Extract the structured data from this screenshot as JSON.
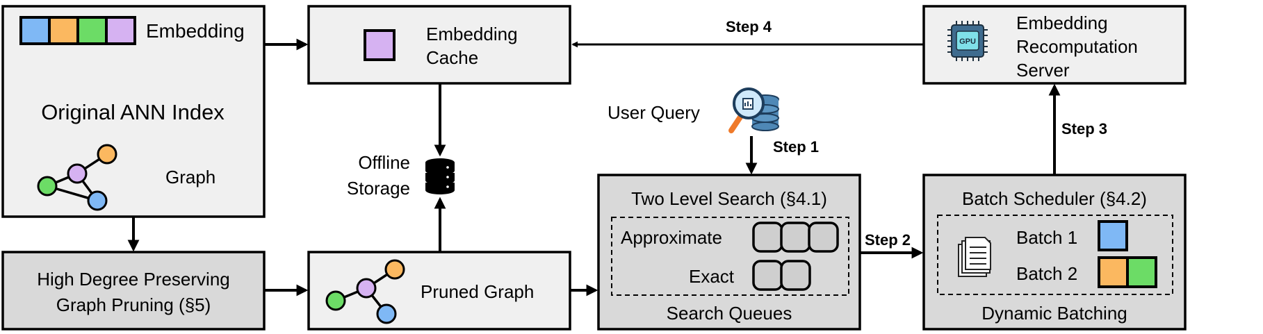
{
  "colors": {
    "blue": "#7fb8f5",
    "orange": "#fbb860",
    "green": "#6cdc66",
    "purple": "#d6b2f2",
    "box_light": "#f0f0f0",
    "box_mid": "#d9d9d9"
  },
  "original_index": {
    "embedding_label": "Embedding",
    "title": "Original ANN Index",
    "graph_label": "Graph"
  },
  "pruning": {
    "line1": "High Degree Preserving",
    "line2": "Graph Pruning (§5)"
  },
  "cache": {
    "line1": "Embedding",
    "line2": "Cache"
  },
  "storage": {
    "line1": "Offline",
    "line2": "Storage",
    "icon": "database-icon"
  },
  "pruned_graph": {
    "label": "Pruned Graph"
  },
  "user_query": {
    "label": "User Query",
    "icon": "search-database-icon"
  },
  "two_level": {
    "title": "Two Level Search (§4.1)",
    "approx_label": "Approximate",
    "exact_label": "Exact",
    "footer": "Search Queues"
  },
  "batch": {
    "title": "Batch Scheduler (§4.2)",
    "batch1_label": "Batch 1",
    "batch2_label": "Batch 2",
    "footer": "Dynamic Batching",
    "icon": "documents-icon"
  },
  "server": {
    "line1": "Embedding",
    "line2": "Recomputation",
    "line3": "Server",
    "icon": "gpu-chip-icon",
    "gpu_text": "GPU"
  },
  "steps": {
    "step1": "Step 1",
    "step2": "Step 2",
    "step3": "Step 3",
    "step4": "Step 4"
  }
}
